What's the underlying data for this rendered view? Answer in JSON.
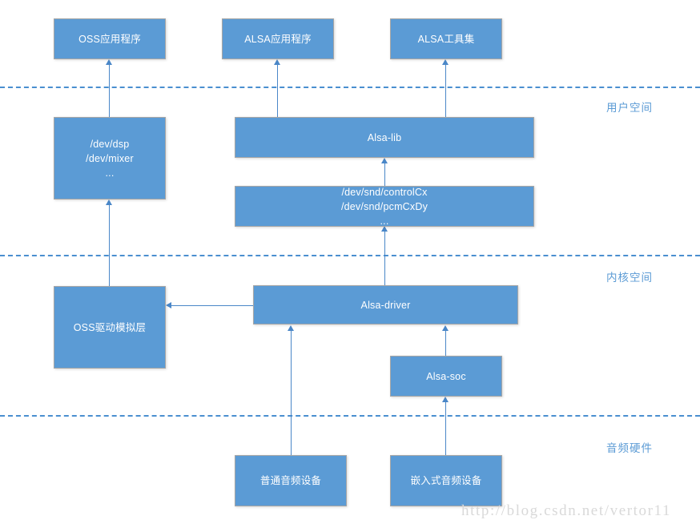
{
  "diagram": {
    "title": "ALSA / OSS audio architecture",
    "colors": {
      "box_fill": "#5b9bd5",
      "box_border": "#a6a6a6",
      "box_text": "#ffffff",
      "connector": "#4a87c8",
      "divider": "#4a8fd0",
      "zone_label": "#5b9bd5",
      "watermark": "#d9d9d9",
      "background": "#ffffff"
    },
    "zones": [
      {
        "id": "user-space",
        "label": "用户空间"
      },
      {
        "id": "kernel-space",
        "label": "内核空间"
      },
      {
        "id": "audio-hardware",
        "label": "音频硬件"
      }
    ],
    "boxes": [
      {
        "id": "oss-app",
        "label": "OSS应用程序"
      },
      {
        "id": "alsa-app",
        "label": "ALSA应用程序"
      },
      {
        "id": "alsa-tools",
        "label": "ALSA工具集"
      },
      {
        "id": "dev-dsp",
        "label": "/dev/dsp\n/dev/mixer\n..."
      },
      {
        "id": "alsa-lib",
        "label": "Alsa-lib"
      },
      {
        "id": "dev-snd",
        "label": "/dev/snd/controlCx\n/dev/snd/pcmCxDy\n..."
      },
      {
        "id": "oss-emulation",
        "label": "OSS驱动模拟层"
      },
      {
        "id": "alsa-driver",
        "label": "Alsa-driver"
      },
      {
        "id": "alsa-soc",
        "label": "Alsa-soc"
      },
      {
        "id": "normal-audio-device",
        "label": "普通音频设备"
      },
      {
        "id": "embedded-audio-device",
        "label": "嵌入式音频设备"
      }
    ],
    "connections": [
      {
        "from": "dev-dsp",
        "to": "oss-app",
        "type": "arrow-up"
      },
      {
        "from": "alsa-lib",
        "to": "alsa-app",
        "type": "arrow-up"
      },
      {
        "from": "alsa-lib",
        "to": "alsa-tools",
        "type": "arrow-up"
      },
      {
        "from": "oss-emulation",
        "to": "dev-dsp",
        "type": "arrow-up"
      },
      {
        "from": "dev-snd",
        "to": "alsa-lib",
        "type": "arrow-up"
      },
      {
        "from": "alsa-driver",
        "to": "dev-snd",
        "type": "arrow-up"
      },
      {
        "from": "alsa-driver",
        "to": "oss-emulation",
        "type": "arrow-left"
      },
      {
        "from": "normal-audio-device",
        "to": "alsa-driver",
        "type": "arrow-up"
      },
      {
        "from": "alsa-soc",
        "to": "alsa-driver",
        "type": "arrow-up"
      },
      {
        "from": "embedded-audio-device",
        "to": "alsa-soc",
        "type": "arrow-up"
      }
    ],
    "watermark": "http://blog.csdn.net/vertor11"
  }
}
